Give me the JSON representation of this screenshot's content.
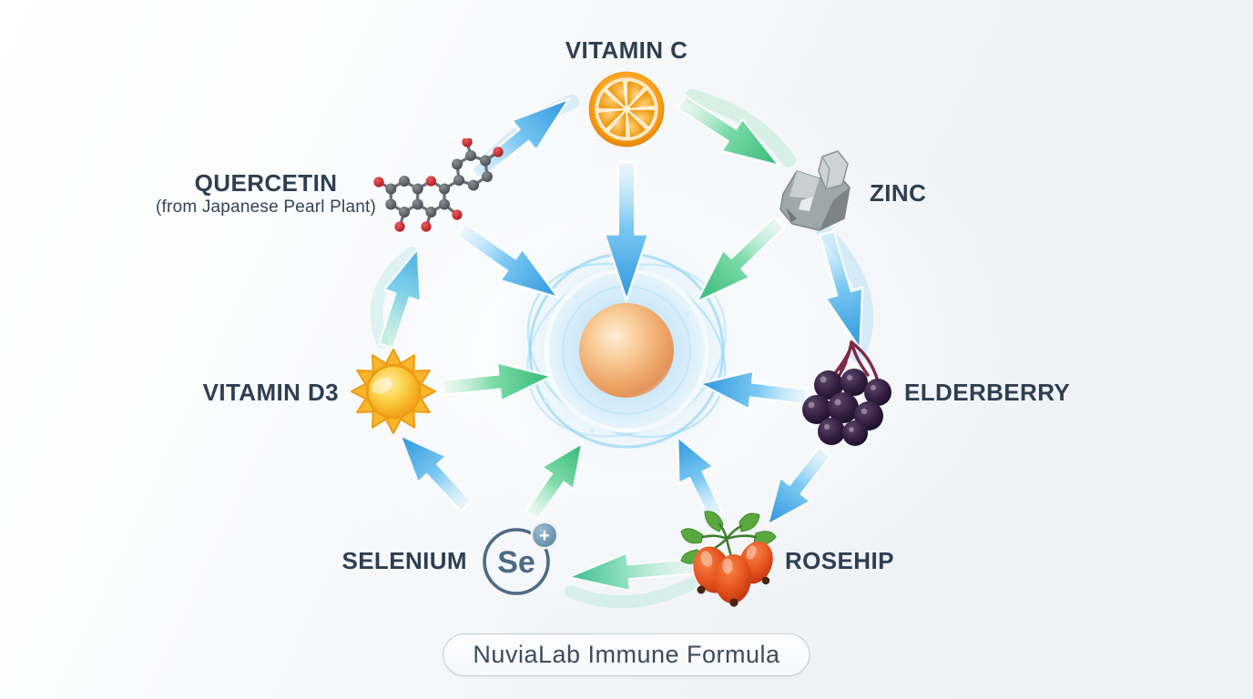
{
  "diagram_title": "NuviaLab Immune Formula",
  "center": {
    "name": "immune cell illustration"
  },
  "ingredients": [
    {
      "id": "vitamin-c",
      "label": "VITAMIN C",
      "icon": "orange-slice-icon"
    },
    {
      "id": "quercetin",
      "label": "QUERCETIN",
      "sublabel": "(from Japanese Pearl Plant)",
      "icon": "molecule-icon"
    },
    {
      "id": "zinc",
      "label": "ZINC",
      "icon": "zinc-mineral-icon"
    },
    {
      "id": "elderberry",
      "label": "ELDERBERRY",
      "icon": "elderberry-cluster-icon"
    },
    {
      "id": "rosehip",
      "label": "ROSEHIP",
      "icon": "rosehip-berries-icon"
    },
    {
      "id": "selenium",
      "label": "SELENIUM",
      "symbol": "Se",
      "badge": "+",
      "icon": "selenium-symbol-icon"
    },
    {
      "id": "vitamin-d3",
      "label": "VITAMIN D3",
      "icon": "sun-icon"
    }
  ],
  "arrows": [
    {
      "id": "quercetin-to-vitamin-c",
      "from": "quercetin",
      "to": "vitamin-c",
      "color": "blue"
    },
    {
      "id": "vitamin-c-to-zinc",
      "from": "vitamin-c",
      "to": "zinc",
      "color": "green"
    },
    {
      "id": "zinc-to-elderberry",
      "from": "zinc",
      "to": "elderberry",
      "color": "blue"
    },
    {
      "id": "elderberry-to-rosehip",
      "from": "elderberry",
      "to": "rosehip",
      "color": "blue"
    },
    {
      "id": "rosehip-to-selenium",
      "from": "rosehip",
      "to": "selenium",
      "color": "teal"
    },
    {
      "id": "selenium-to-vitamin-d3",
      "from": "selenium",
      "to": "vitamin-d3",
      "color": "blue"
    },
    {
      "id": "vitamin-d3-to-quercetin",
      "from": "vitamin-d3",
      "to": "quercetin",
      "color": "greenblue"
    },
    {
      "id": "vitamin-c-to-center",
      "from": "vitamin-c",
      "to": "center",
      "color": "blue"
    },
    {
      "id": "quercetin-to-center",
      "from": "quercetin",
      "to": "center",
      "color": "blue"
    },
    {
      "id": "zinc-to-center",
      "from": "zinc",
      "to": "center",
      "color": "green"
    },
    {
      "id": "elderberry-to-center",
      "from": "elderberry",
      "to": "center",
      "color": "blue"
    },
    {
      "id": "vitamin-d3-to-center",
      "from": "vitamin-d3",
      "to": "center",
      "color": "green"
    },
    {
      "id": "selenium-to-center",
      "from": "selenium",
      "to": "center",
      "color": "green"
    },
    {
      "id": "rosehip-to-center",
      "from": "rosehip",
      "to": "center",
      "color": "blue"
    }
  ],
  "colors": {
    "arrow_blue": "#2e96dd",
    "arrow_blue_light": "#cdeefc",
    "arrow_green": "#35b978",
    "arrow_green_light": "#d2f3e0",
    "arrow_teal": "#3dbd92",
    "label_text": "#2e3f51",
    "pill_text": "#3b4c5e",
    "orange_icon": "#f59e16",
    "sun_icon": "#f8b62a",
    "berry_purple": "#241531",
    "rosehip_red": "#d23b12",
    "selenium_blue": "#4e6a85",
    "cell_core_orange": "#eca364"
  }
}
